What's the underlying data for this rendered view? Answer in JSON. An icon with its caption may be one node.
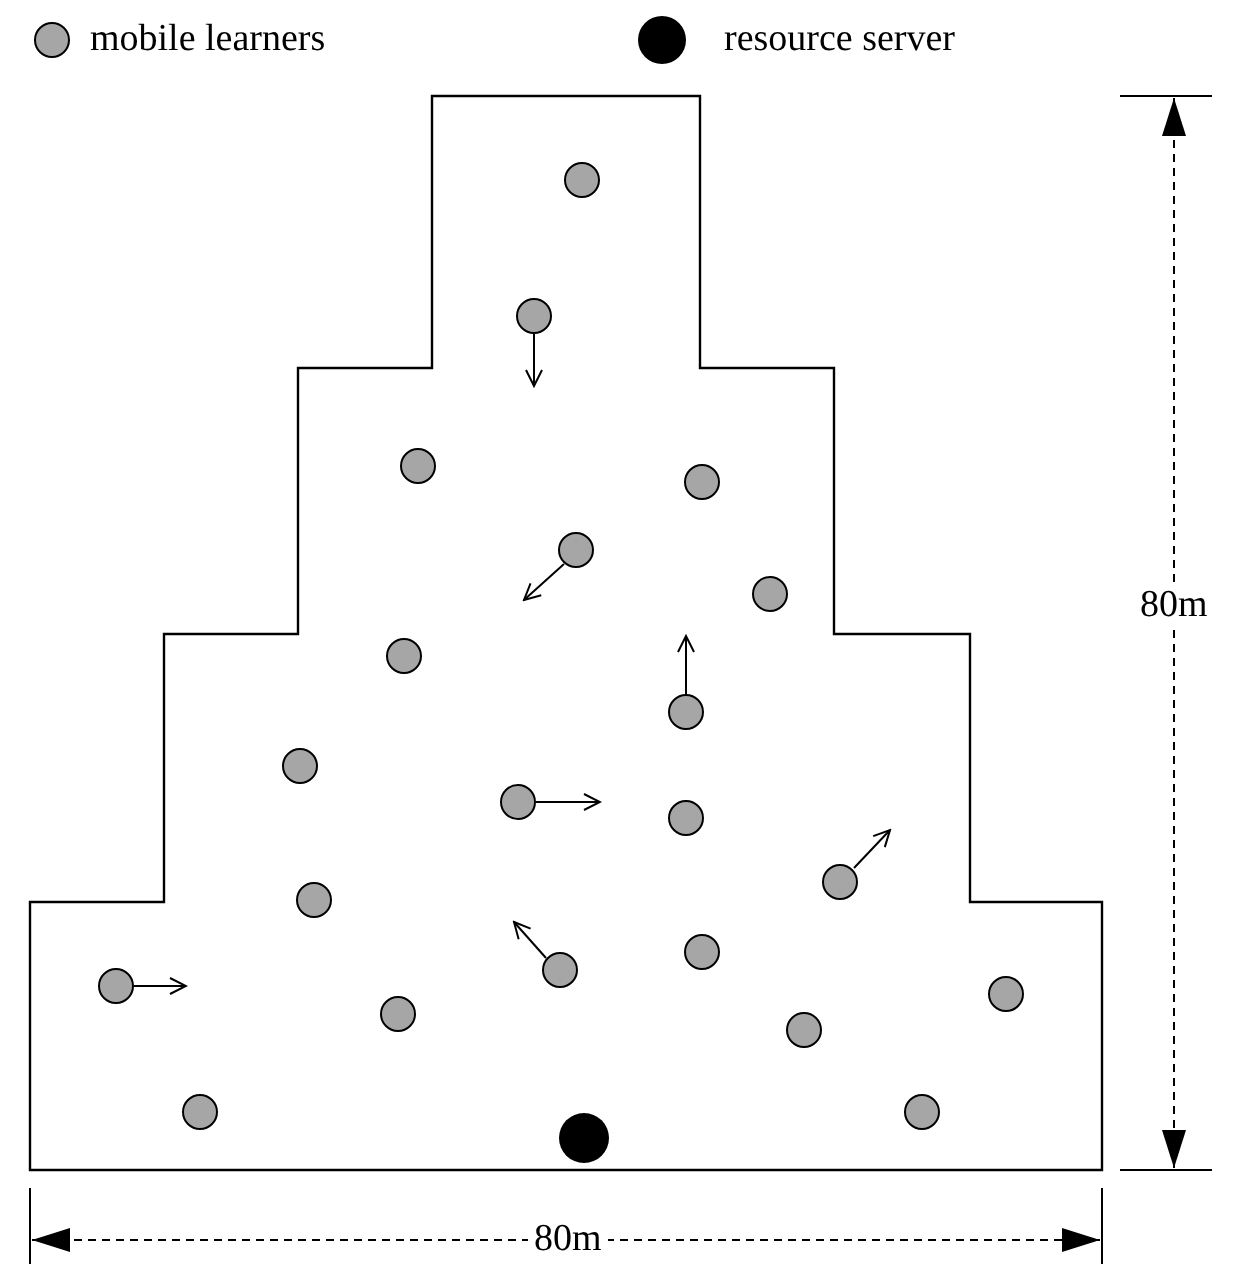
{
  "diagram": {
    "labels": [
      "80m",
      "80m"
    ],
    "legend": [
      {
        "text": "mobile learners",
        "color": "#a6a6a6"
      },
      {
        "text": "resource server",
        "color": "#000000"
      }
    ]
  }
}
